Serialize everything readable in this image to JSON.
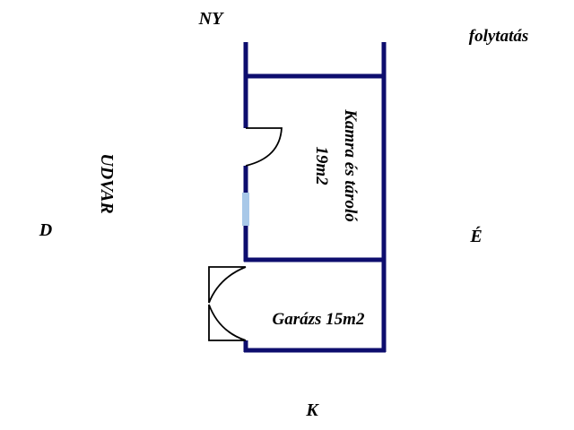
{
  "compass": {
    "north": "NY",
    "south": "K",
    "west": "D",
    "east": "É"
  },
  "continuation_label": "folytatás",
  "courtyard_label": "UDVAR",
  "rooms": [
    {
      "name": "Kamra és tároló",
      "area": "19m2"
    },
    {
      "name": "Garázs 15m2"
    }
  ],
  "colors": {
    "wall": "#0d0d6e",
    "window": "#a8c8e8",
    "text": "#000000",
    "background": "#ffffff"
  }
}
